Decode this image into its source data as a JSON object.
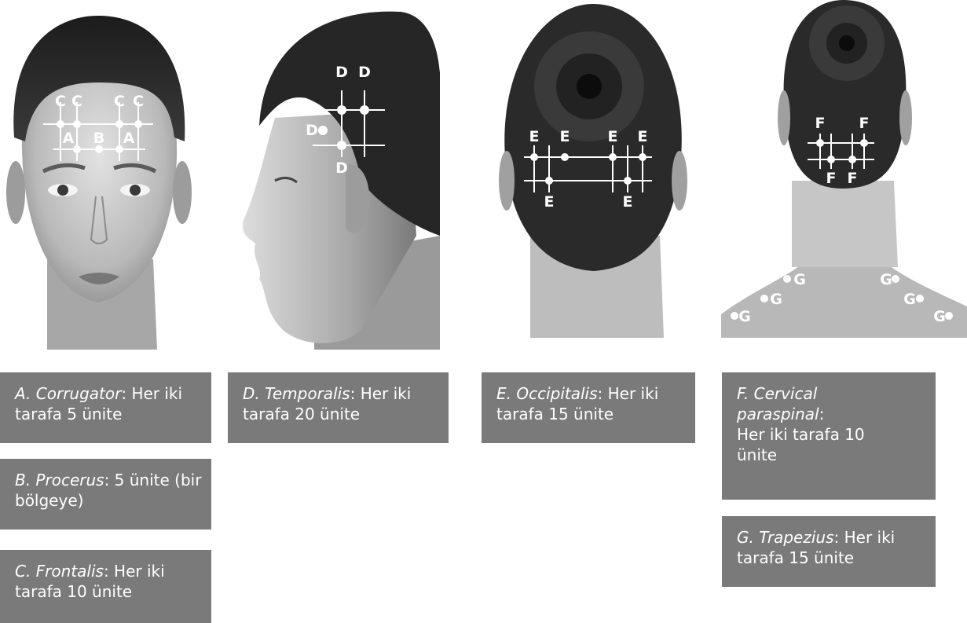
{
  "figure": {
    "markers": {
      "A": "A",
      "B": "B",
      "C": "C",
      "D": "D",
      "E": "E",
      "F": "F",
      "G": "G"
    }
  },
  "legend": {
    "corrugator": {
      "name": "A. Corrugator",
      "rest": ": Her iki tarafa 5 ünite"
    },
    "procerus": {
      "name": "B. Procerus",
      "rest": ": 5 ünite (bir bölgeye)"
    },
    "frontalis": {
      "name": "C. Frontalis",
      "rest": ": Her iki tarafa 10 ünite"
    },
    "temporalis": {
      "name": "D. Temporalis",
      "rest": ": Her iki tarafa 20 ünite"
    },
    "occipitalis": {
      "name": "E. Occipitalis",
      "rest": ": Her iki tarafa 15 ünite"
    },
    "cervical": {
      "name_line1": "F. Cervical",
      "name_line2": "paraspinal",
      "colon": ":",
      "rest": "Her iki tarafa 10 ünite"
    },
    "trapezius": {
      "name": "G. Trapezius",
      "rest": ": Her iki tarafa 15 ünite"
    }
  }
}
